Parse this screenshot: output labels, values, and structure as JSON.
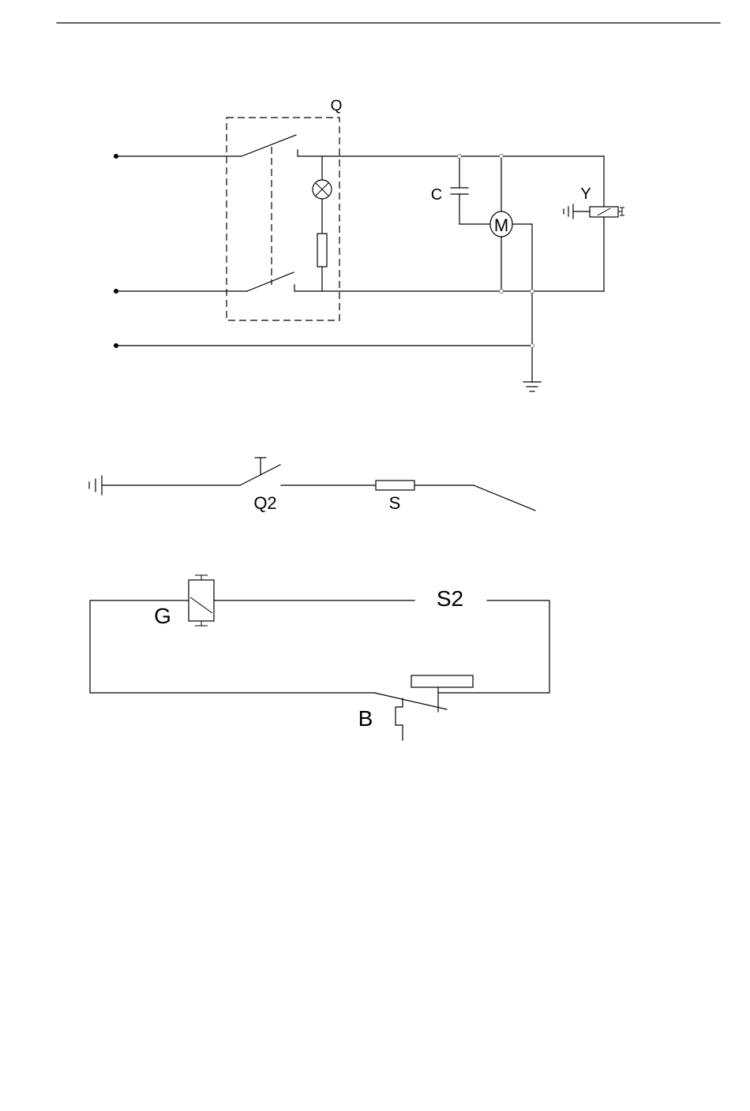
{
  "diagram": {
    "circuit1": {
      "switch_label": "Q",
      "capacitor_label": "C",
      "motor_label": "M",
      "coil_label": "Y"
    },
    "circuit2": {
      "switch_label": "Q2",
      "element_label": "S"
    },
    "circuit3": {
      "relay_label": "G",
      "top_gap_label": "S2",
      "switch_label": "B"
    }
  }
}
